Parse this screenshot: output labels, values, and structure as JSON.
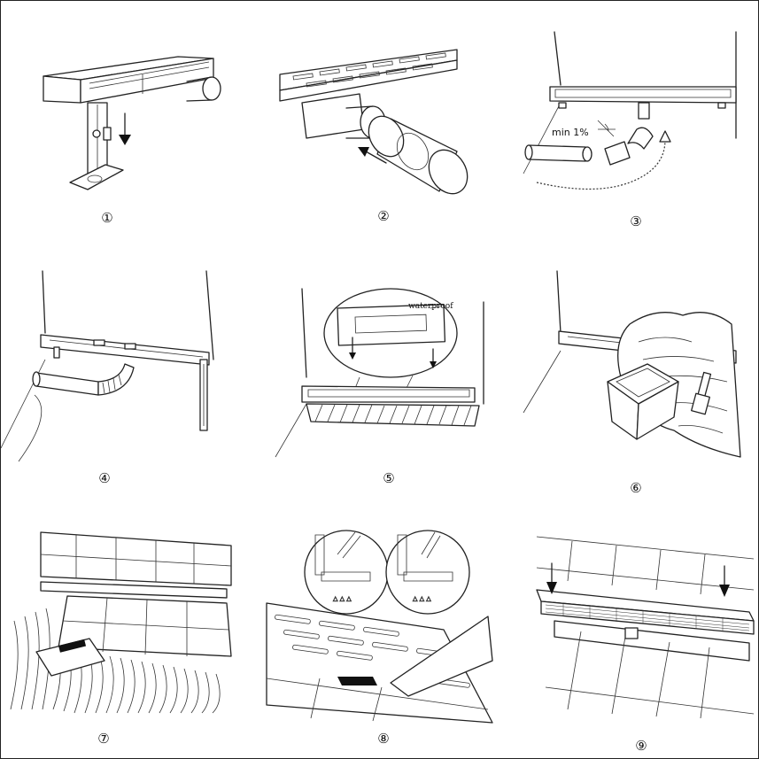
{
  "steps": [
    {
      "number": "①"
    },
    {
      "number": "②"
    },
    {
      "number": "③",
      "slope_label": "min 1%"
    },
    {
      "number": "④"
    },
    {
      "number": "⑤",
      "callout_label": "waterproof"
    },
    {
      "number": "⑥"
    },
    {
      "number": "⑦"
    },
    {
      "number": "⑧"
    },
    {
      "number": "⑨"
    }
  ]
}
